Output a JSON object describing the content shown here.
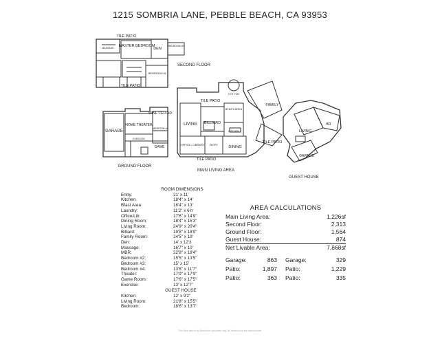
{
  "title": "1215 SOMBRIA LANE, PEBBLE BEACH, CA  93953",
  "floor_labels": {
    "second_floor": "SECOND FLOOR",
    "ground_floor": "GROUND FLOOR",
    "main_living_area": "MAIN LIVING AREA",
    "guest_house": "GUEST HOUSE"
  },
  "plan_labels": {
    "tile_patio": "TILE PATIO",
    "master_bedroom": "MASTER BEDROOM",
    "den": "DEN",
    "massage": "MASSAGE",
    "bedroom_3": "BEDROOM #3",
    "bedroom_2": "BEDROOM #2",
    "garage": "GARAGE",
    "home_theater": "HOME THEATER",
    "wine_cellar": "WINE CELLAR",
    "bedroom_4": "BEDROOM #4",
    "exercise": "EXERCISE",
    "game": "GAME",
    "hot_tub": "HOT TUB",
    "living": "LIVING",
    "billiard": "BILLIARD",
    "bfast_area": "BFAST AREA",
    "kitchen": "KITCHEN",
    "family": "FAMILY",
    "office_library": "OFFICE / LIBRARY",
    "entry": "ENTRY",
    "dining": "DINING",
    "br": "BR"
  },
  "room_dimensions": {
    "heading": "ROOM DIMENSIONS",
    "rows": [
      {
        "name": "Entry:",
        "dims": "21'   x 11'"
      },
      {
        "name": "Kitchen:",
        "dims": "18'4\" x 14'"
      },
      {
        "name": "Bfast Area:",
        "dims": "18'4\" x 13'"
      },
      {
        "name": "Laundry:",
        "dims": "11'2\" x 6'rr"
      },
      {
        "name": "Office/Lib:",
        "dims": "17'6\" x 14'9\""
      },
      {
        "name": "Dining Room:",
        "dims": "18'4\" x 15'3\""
      },
      {
        "name": "Living Room:",
        "dims": "24'9\" x 20'4\""
      },
      {
        "name": "Billiard:",
        "dims": "19'8\" x 18'9\""
      },
      {
        "name": "Family Room:",
        "dims": "24'5\" x 19'"
      },
      {
        "name": "Den:",
        "dims": "14'   x 12'3"
      },
      {
        "name": "Massage:",
        "dims": "16'7\" x 10'"
      },
      {
        "name": "MBR:",
        "dims": "22'8\" x 18'4\""
      },
      {
        "name": "Bedroom #2:",
        "dims": "15'5\" x 13'5\""
      },
      {
        "name": "Bedroom #3:",
        "dims": "15'   x 15'"
      },
      {
        "name": "Bedroom #4:",
        "dims": "13'8\" x 11'7\""
      },
      {
        "name": "Theater:",
        "dims": "17'9\" x 17'9\""
      },
      {
        "name": "Game Room:",
        "dims": "17'6\" x 17'5\""
      },
      {
        "name": "Exercise:",
        "dims": "13'   x 12'7\""
      }
    ],
    "guest_heading": "GUEST HOUSE",
    "guest_rows": [
      {
        "name": "Kitchen:",
        "dims": "12'   x 9'2\""
      },
      {
        "name": "Living Room:",
        "dims": "21'8\" x 15'5\""
      },
      {
        "name": "Bedroom:",
        "dims": "18'6\" x 13'7\""
      }
    ]
  },
  "area_calculations": {
    "heading": "AREA CALCULATIONS",
    "rows": [
      {
        "label": "Main Living Area:",
        "value": "1,226sf"
      },
      {
        "label": "Second Floor:",
        "value": "2,313"
      },
      {
        "label": "Ground Floor:",
        "value": "1,564"
      },
      {
        "label": "Guest House:",
        "value": "874"
      },
      {
        "label": "Net Livable Area:",
        "value": "7,868sf"
      }
    ],
    "extras": [
      {
        "l1": "Garage:",
        "v1": "863",
        "l2": "Garage:",
        "v2": "329"
      },
      {
        "l1": "Patio:",
        "v1": "1,897",
        "l2": "Patio:",
        "v2": "1,229"
      },
      {
        "l1": "Patio:",
        "v1": "363",
        "l2": "Patio:",
        "v2": "335"
      }
    ]
  },
  "footer": "This floor plan is for illustration purposes only. All dimensions are approximate."
}
